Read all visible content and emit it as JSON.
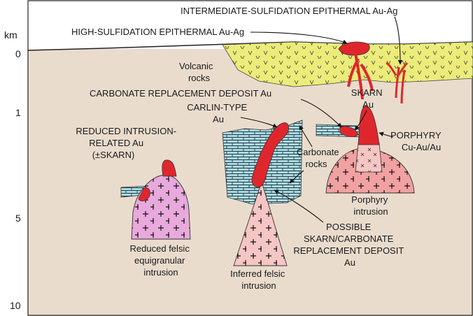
{
  "axis": {
    "unit": "km",
    "ticks": [
      "0",
      "1",
      "5",
      "10"
    ]
  },
  "labels": {
    "intermediate_sulfidation": "INTERMEDIATE-SULFIDATION EPITHERMAL Au-Ag",
    "high_sulfidation": "HIGH-SULFIDATION EPITHERMAL Au-Ag",
    "volcanic_rocks": [
      "Volcanic",
      "rocks"
    ],
    "carbonate_replacement": "CARBONATE REPLACEMENT DEPOSIT Au",
    "skarn": [
      "SKARN",
      "Au"
    ],
    "carlin": [
      "CARLIN-TYPE",
      "Au"
    ],
    "reduced_intrusion": [
      "REDUCED INTRUSION-",
      "RELATED Au",
      "(±SKARN)"
    ],
    "porphyry": [
      "PORPHYRY",
      "Cu-Au/Au"
    ],
    "carbonate_rocks": [
      "Carbonate",
      "rocks"
    ],
    "porphyry_intrusion": [
      "Porphyry",
      "intrusion"
    ],
    "possible_skarn": [
      "POSSIBLE",
      "SKARN/CARBONATE",
      "REPLACEMENT DEPOSIT",
      "Au"
    ],
    "reduced_felsic": [
      "Reduced felsic",
      "equigranular",
      "intrusion"
    ],
    "inferred_felsic": [
      "Inferred felsic",
      "intrusion"
    ]
  },
  "colors": {
    "basement": "#eadccd",
    "volcanic": "#ecec7a",
    "carbonate": "#a9dbe3",
    "reduced_intrusion": "#e9a9dd",
    "felsic_intrusion": "#f6c6c4",
    "porphyry_intrusion": "#f2a1a1",
    "ore": "#e0262d"
  }
}
